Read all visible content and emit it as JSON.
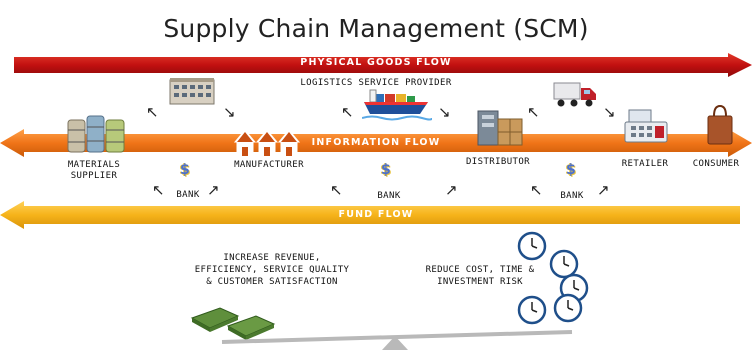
{
  "title": "Supply Chain Management (SCM)",
  "bands": {
    "physical": {
      "label": "PHYSICAL GOODS FLOW",
      "color": "#c81414"
    },
    "information": {
      "label": "INFORMATION FLOW",
      "color": "#f07418"
    },
    "fund": {
      "label": "FUND FLOW",
      "color": "#f6b31a"
    }
  },
  "logistics_provider": "LOGISTICS SERVICE PROVIDER",
  "nodes": {
    "materials_supplier": "MATERIALS\nSUPPLIER",
    "manufacturer": "MANUFACTURER",
    "distributor": "DISTRIBUTOR",
    "retailer": "RETAILER",
    "consumer": "CONSUMER"
  },
  "banks": [
    "BANK",
    "BANK",
    "BANK"
  ],
  "balance": {
    "left_text": "INCREASE REVENUE,\nEFFICIENCY, SERVICE QUALITY\n& CUSTOMER SATISFACTION",
    "right_text": "REDUCE COST, TIME &\nINVESTMENT RISK"
  },
  "icons": [
    "building-icon",
    "cargo-ship-icon",
    "truck-icon",
    "barrels-icon",
    "factory-icon",
    "warehouse-icon",
    "cash-register-icon",
    "shopping-bag-icon",
    "dollar-icon",
    "clock-icon",
    "money-stack-icon",
    "seesaw-icon"
  ]
}
